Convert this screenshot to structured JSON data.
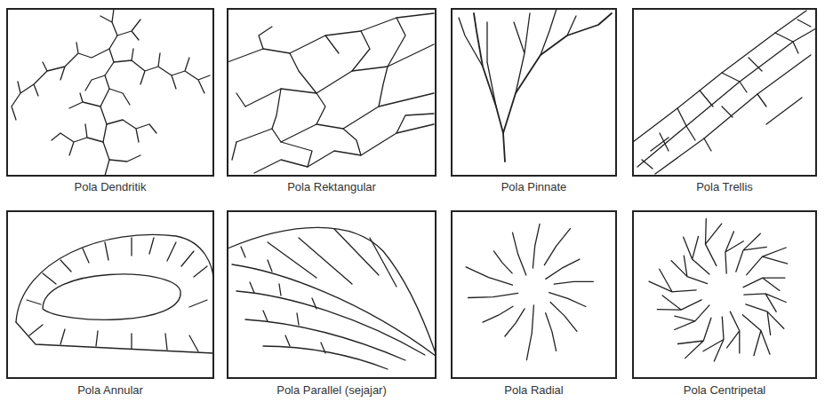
{
  "diagram": {
    "labels": [
      "Pola Dendritik",
      "Pola Rektangular",
      "Pola Pinnate",
      "Pola Trellis",
      "Pola Annular",
      "Pola Parallel (sejajar)",
      "Pola Radial",
      "Pola Centripetal"
    ]
  }
}
